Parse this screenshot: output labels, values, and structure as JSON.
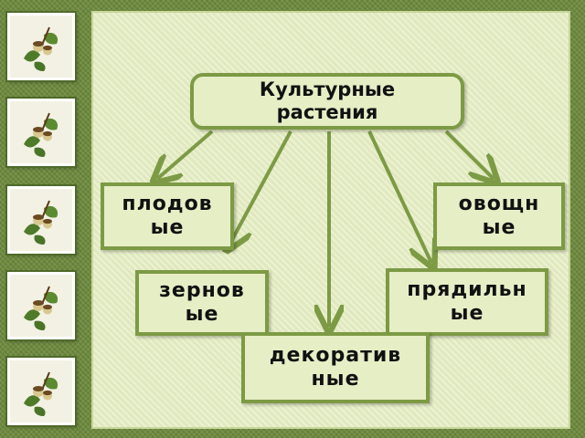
{
  "diagram": {
    "root": {
      "label": "Культурные\nрастения"
    },
    "children": [
      {
        "id": "n1",
        "label": "плодов\nые"
      },
      {
        "id": "n2",
        "label": "овощн\nые"
      },
      {
        "id": "n3",
        "label": "зернов\nые"
      },
      {
        "id": "n4",
        "label": "прядильн\nые"
      },
      {
        "id": "n5",
        "label": "декоратив\nные"
      }
    ]
  },
  "decor": {
    "tile_icon": "acorn-leaf-icon",
    "colors": {
      "border": "#7d9a45",
      "box_fill": "#e6eec6",
      "arrow": "#7d9a45",
      "background": "#6d8a3d"
    }
  }
}
